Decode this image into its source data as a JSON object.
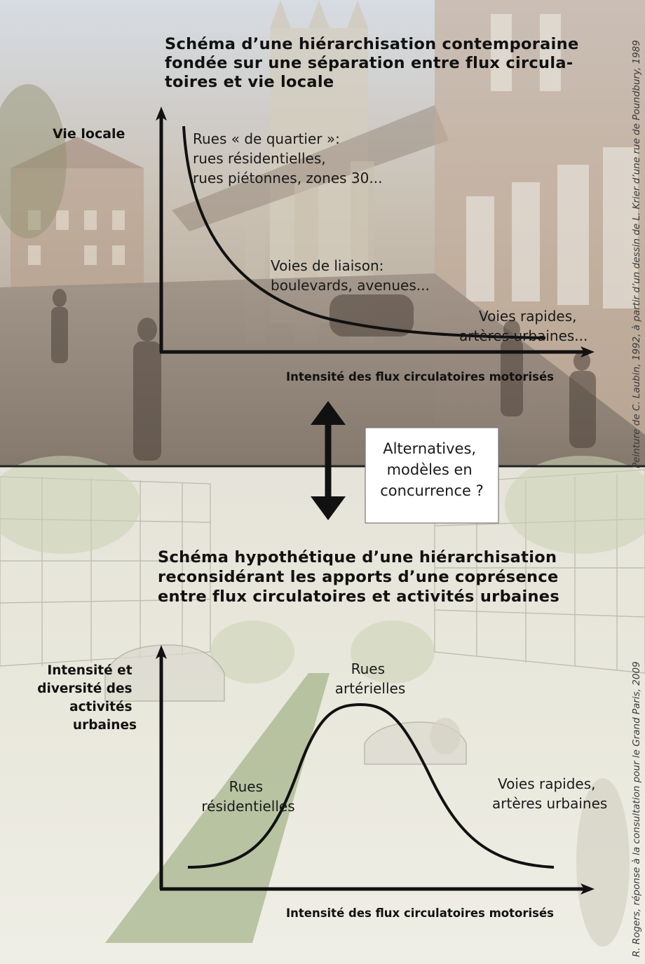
{
  "top": {
    "title_lines": [
      "Schéma d’une hiérarchisation contemporaine",
      "fondée sur une séparation entre flux circula-",
      "toires et vie locale"
    ],
    "y_axis_label": "Vie locale",
    "x_axis_label": "Intensité des flux circulatoires motorisés",
    "annotations": {
      "quartier": [
        "Rues « de quartier »:",
        "rues résidentielles,",
        "rues piétonnes, zones 30..."
      ],
      "liaison": [
        "Voies de liaison:",
        "boulevards, avenues..."
      ],
      "rapides": [
        "Voies rapides,",
        "artères urbaines..."
      ]
    },
    "credit": "Peinture de C. Laubin, 1992, à partir d’un dessin de L. Krier d’une rue de Poundbury, 1989"
  },
  "middle": {
    "box_lines": [
      "Alternatives,",
      "modèles en",
      "concurrence ?"
    ]
  },
  "bottom": {
    "title_lines": [
      "Schéma hypothétique d’une hiérarchisation",
      "reconsidérant les apports d’une coprésence",
      "entre flux circulatoires et activités urbaines"
    ],
    "y_axis_label": [
      "Intensité et",
      "diversité des",
      "activités",
      "urbaines"
    ],
    "x_axis_label": "Intensité des flux circulatoires motorisés",
    "annotations": {
      "arterielles": [
        "Rues",
        "artérielles"
      ],
      "residentielles": [
        "Rues",
        "résidentielles"
      ],
      "rapides": [
        "Voies rapides,",
        "artères urbaines"
      ]
    },
    "credit": "R. Rogers, réponse à la consultation pour le Grand Paris, 2009"
  },
  "colors": {
    "ink": "#111111",
    "top_background": "#b9aa98",
    "bottom_background": "#e8e6d8",
    "box_background": "#ffffff"
  }
}
